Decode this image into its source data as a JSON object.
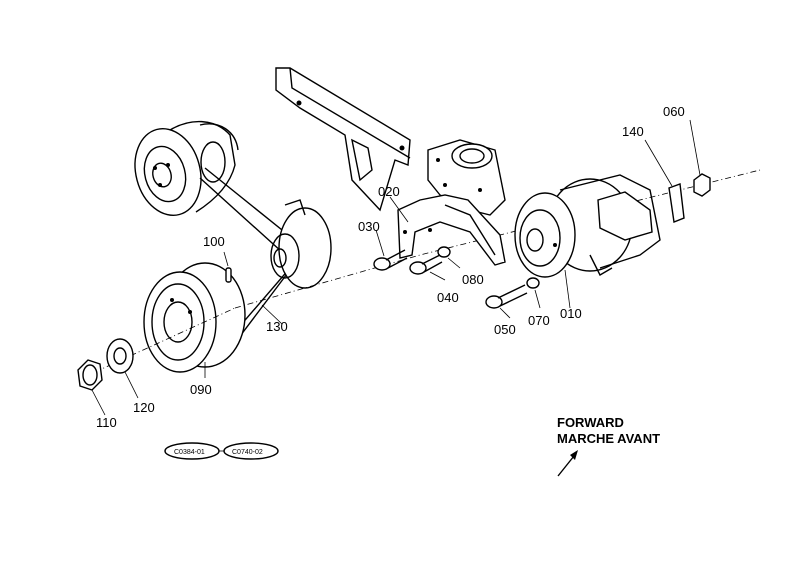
{
  "parts": {
    "p010": "010",
    "p020": "020",
    "p030": "030",
    "p040": "040",
    "p050": "050",
    "p060": "060",
    "p070": "070",
    "p080": "080",
    "p090": "090",
    "p100": "100",
    "p110": "110",
    "p120": "120",
    "p130": "130",
    "p140": "140"
  },
  "direction": {
    "line1": "FORWARD",
    "line2": "MARCHE AVANT"
  },
  "references": {
    "ref1": "C0384-01",
    "ref2": "C0740-02"
  }
}
